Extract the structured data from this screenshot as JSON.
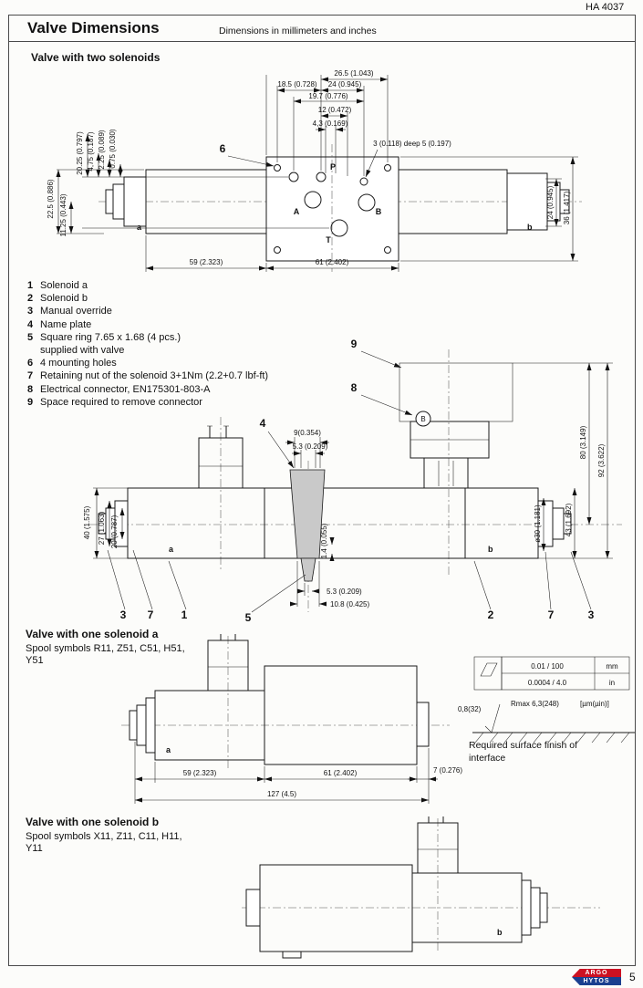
{
  "header": {
    "doc_code": "HA 4037",
    "title": "Valve Dimensions",
    "subtitle": "Dimensions in millimeters and inches",
    "page_number": "5"
  },
  "logo": {
    "argo": "ARGO",
    "hytos": "HYTOS"
  },
  "section1": {
    "heading": "Valve with two solenoids"
  },
  "section2": {
    "heading": "Valve with one solenoid a",
    "spool_line1": "Spool symbols R11, Z51, C51, H51,",
    "spool_line2": "Y51"
  },
  "section3": {
    "heading": "Valve with one solenoid b",
    "spool_line1": "Spool symbols X11, Z11, C11, H11,",
    "spool_line2": "Y11"
  },
  "legend": {
    "items": [
      {
        "num": "1",
        "text": "Solenoid a"
      },
      {
        "num": "2",
        "text": "Solenoid b"
      },
      {
        "num": "3",
        "text": "Manual override"
      },
      {
        "num": "4",
        "text": "Name plate"
      },
      {
        "num": "5",
        "text": "Square ring 7.65 x 1.68 (4 pcs.)"
      },
      {
        "num": "",
        "text": "supplied with valve"
      },
      {
        "num": "6",
        "text": "4 mounting holes"
      },
      {
        "num": "7",
        "text": "Retaining nut of the solenoid  3+1Nm (2.2+0.7 lbf-ft)"
      },
      {
        "num": "8",
        "text": "Electrical connector, EN175301-803-A"
      },
      {
        "num": "9",
        "text": "Space required to remove connector"
      }
    ]
  },
  "d1": {
    "dim_26_5": "26.5 (1.043)",
    "dim_18_5": "18.5 (0.728)",
    "dim_24t": "24 (0.945)",
    "dim_19_7": "19.7 (0.776)",
    "dim_12": "12 (0.472)",
    "dim_4_3": "4,3 (0.169)",
    "dim_hole": "3 (0.118) deep 5 (0.197)",
    "callout_6": "6",
    "dim_20_25": "20.25 (0.797)",
    "dim_4_75": "4,75 (0.187)",
    "dim_2_25": "2.25 (0.089)",
    "dim_0_75": "0.75 (0.030)",
    "dim_22_5": "22.5 (0.886)",
    "dim_11_25": "11.25 (0.443)",
    "dim_24r": "24 (0.945)",
    "dim_36": "36 (1.417)",
    "dim_59": "59 (2.323)",
    "dim_61": "61 (2.402)",
    "port_p": "P",
    "port_a": "A",
    "port_b": "B",
    "port_t": "T",
    "side_a": "a",
    "side_b": "b"
  },
  "d2": {
    "callout_9": "9",
    "callout_8": "8",
    "callout_4": "4",
    "callout_b_circle": "B",
    "dim_9": "9(0.354)",
    "dim_5_3a": "5.3 (0.209)",
    "dim_80": "80 (3.149)",
    "dim_92": "92 (3.622)",
    "dim_43": "43 (1.692)",
    "dim_d30": "ø30 (1.181)",
    "dim_40": "40 (1.575)",
    "dim_27": "27 (1.063)",
    "dim_20": "20 (0.787)",
    "dim_1_4": "1.4 (0.055)",
    "dim_5_3b": "5.3 (0.209)",
    "dim_10_8": "10.8 (0.425)",
    "bottom_callouts": [
      "3",
      "7",
      "1",
      "5",
      "2",
      "7",
      "3"
    ],
    "side_a": "a",
    "side_b": "b"
  },
  "d3": {
    "dim_59": "59 (2.323)",
    "dim_61": "61 (2.402)",
    "dim_7": "7 (0.276)",
    "dim_127": "127 (4.5)",
    "side_a": "a"
  },
  "surface": {
    "row1_val": "0.01 / 100",
    "row1_unit": "mm",
    "row2_val": "0.0004 / 4.0",
    "row2_unit": "in",
    "roughness1": "0,8(32)",
    "roughness2": "Rmax 6,3(248)",
    "units": "[µm(µin)]",
    "caption_line1": "Required surface finish of",
    "caption_line2": "interface"
  },
  "d4": {
    "side_b": "b"
  }
}
